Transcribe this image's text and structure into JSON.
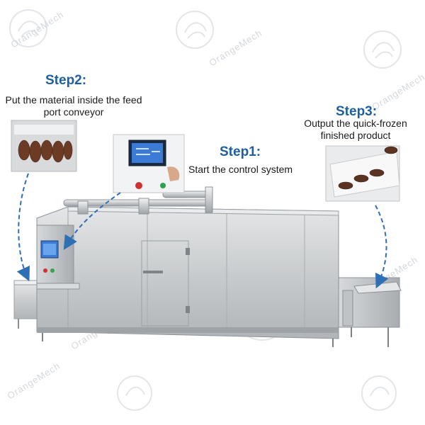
{
  "steps": [
    {
      "title": "Step1:",
      "description": "Start the control system"
    },
    {
      "title": "Step2:",
      "description": "Put the material inside the feed port conveyor"
    },
    {
      "title": "Step3:",
      "description": "Output the quick-frozen finished product"
    }
  ],
  "watermark": {
    "text": "OrangeMech"
  },
  "colors": {
    "step_title": "#1f5fa0",
    "arrow": "#2f6fb5",
    "steel": "#c9ccce",
    "panel_screen": "#3b7bd6"
  },
  "icons": [
    "logo-watermark",
    "touch-screen-panel",
    "dashed-arrow"
  ]
}
